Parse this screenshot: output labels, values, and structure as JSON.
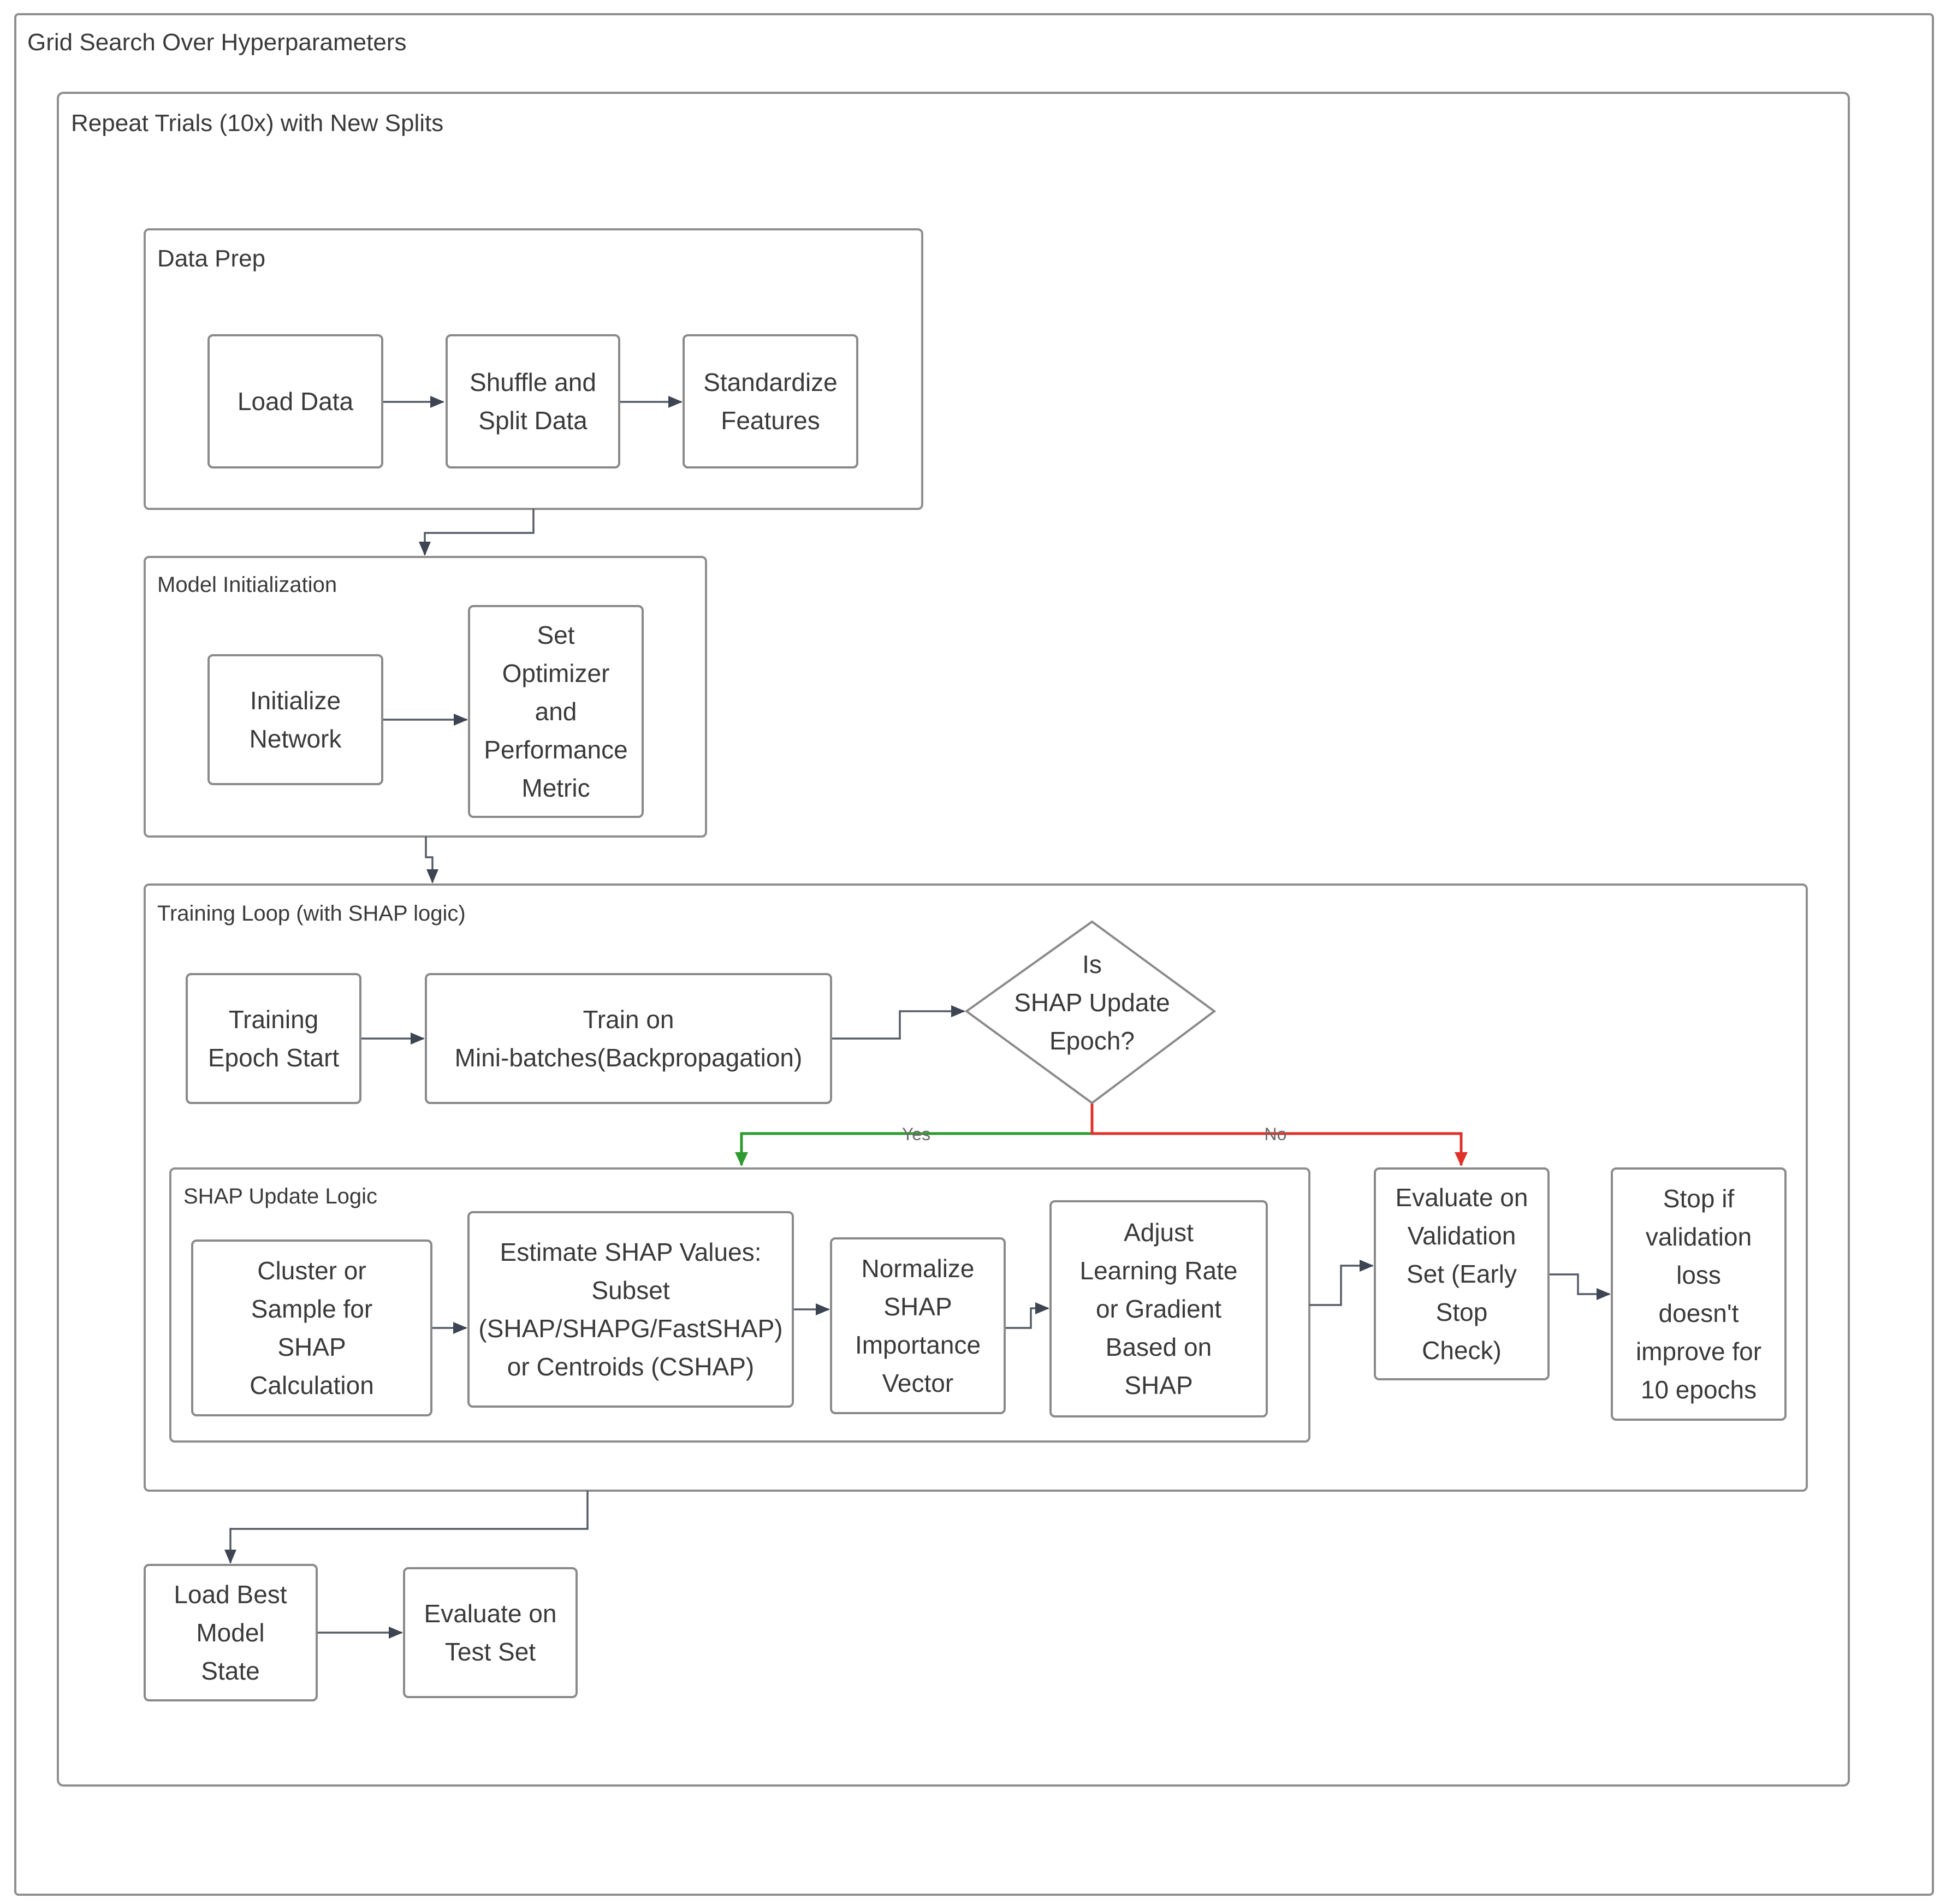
{
  "groups": {
    "grid_search": "Grid Search Over Hyperparameters",
    "repeat_trials": "Repeat Trials (10x) with New Splits",
    "data_prep": "Data Prep",
    "model_init": "Model Initialization",
    "training_loop": "Training Loop (with SHAP logic)",
    "shap_update_logic": "SHAP Update Logic"
  },
  "nodes": {
    "load_data": [
      "Load Data"
    ],
    "shuffle_split": [
      "Shuffle and",
      "Split Data"
    ],
    "standardize": [
      "Standardize",
      "Features"
    ],
    "init_network": [
      "Initialize",
      "Network"
    ],
    "set_optimizer": [
      "Set",
      "Optimizer",
      "and",
      "Performance",
      "Metric"
    ],
    "epoch_start": [
      "Training",
      "Epoch Start"
    ],
    "train_minibatch": [
      "Train on",
      "Mini-batches(Backpropagation)"
    ],
    "decision": [
      "Is",
      "SHAP Update",
      "Epoch?"
    ],
    "cluster_sample": [
      "Cluster or",
      "Sample for",
      "SHAP",
      "Calculation"
    ],
    "estimate_shap": [
      "Estimate SHAP Values:",
      "Subset",
      "(SHAP/SHAPG/FastSHAP)",
      "or Centroids (CSHAP)"
    ],
    "normalize": [
      "Normalize",
      "SHAP",
      "Importance",
      "Vector"
    ],
    "adjust_lr": [
      "Adjust",
      "Learning Rate",
      "or Gradient",
      "Based on",
      "SHAP"
    ],
    "eval_val": [
      "Evaluate on",
      "Validation",
      "Set (Early",
      "Stop",
      "Check)"
    ],
    "stop_if": [
      "Stop if",
      "validation",
      "loss",
      "doesn't",
      "improve for",
      "10 epochs"
    ],
    "load_best": [
      "Load Best",
      "Model",
      "State"
    ],
    "eval_test": [
      "Evaluate on",
      "Test Set"
    ]
  },
  "edge_labels": {
    "yes": "Yes",
    "no": "No"
  },
  "colors": {
    "yes_edge": "#2e9b2e",
    "no_edge": "#e0302a",
    "box_stroke": "#8a8a8a",
    "text": "#3a3a3a"
  }
}
